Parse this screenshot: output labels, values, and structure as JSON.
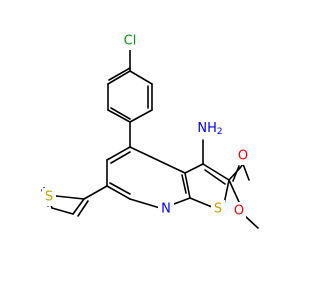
{
  "atoms": {
    "cl": {
      "text": "Cl",
      "color": "#00a000"
    },
    "nh2": {
      "text": "NH",
      "color": "#0000ff"
    },
    "n_ring": {
      "text": "N",
      "color": "#0000ff"
    },
    "s_fused": {
      "text": "S",
      "color": "#c8a000"
    },
    "s_thienyl": {
      "text": "S",
      "color": "#c8a000"
    },
    "o_carbonyl": {
      "text": "O",
      "color": "#ff0000"
    },
    "o_ester": {
      "text": "O",
      "color": "#ff0000"
    }
  },
  "nh2_subscript": "2"
}
